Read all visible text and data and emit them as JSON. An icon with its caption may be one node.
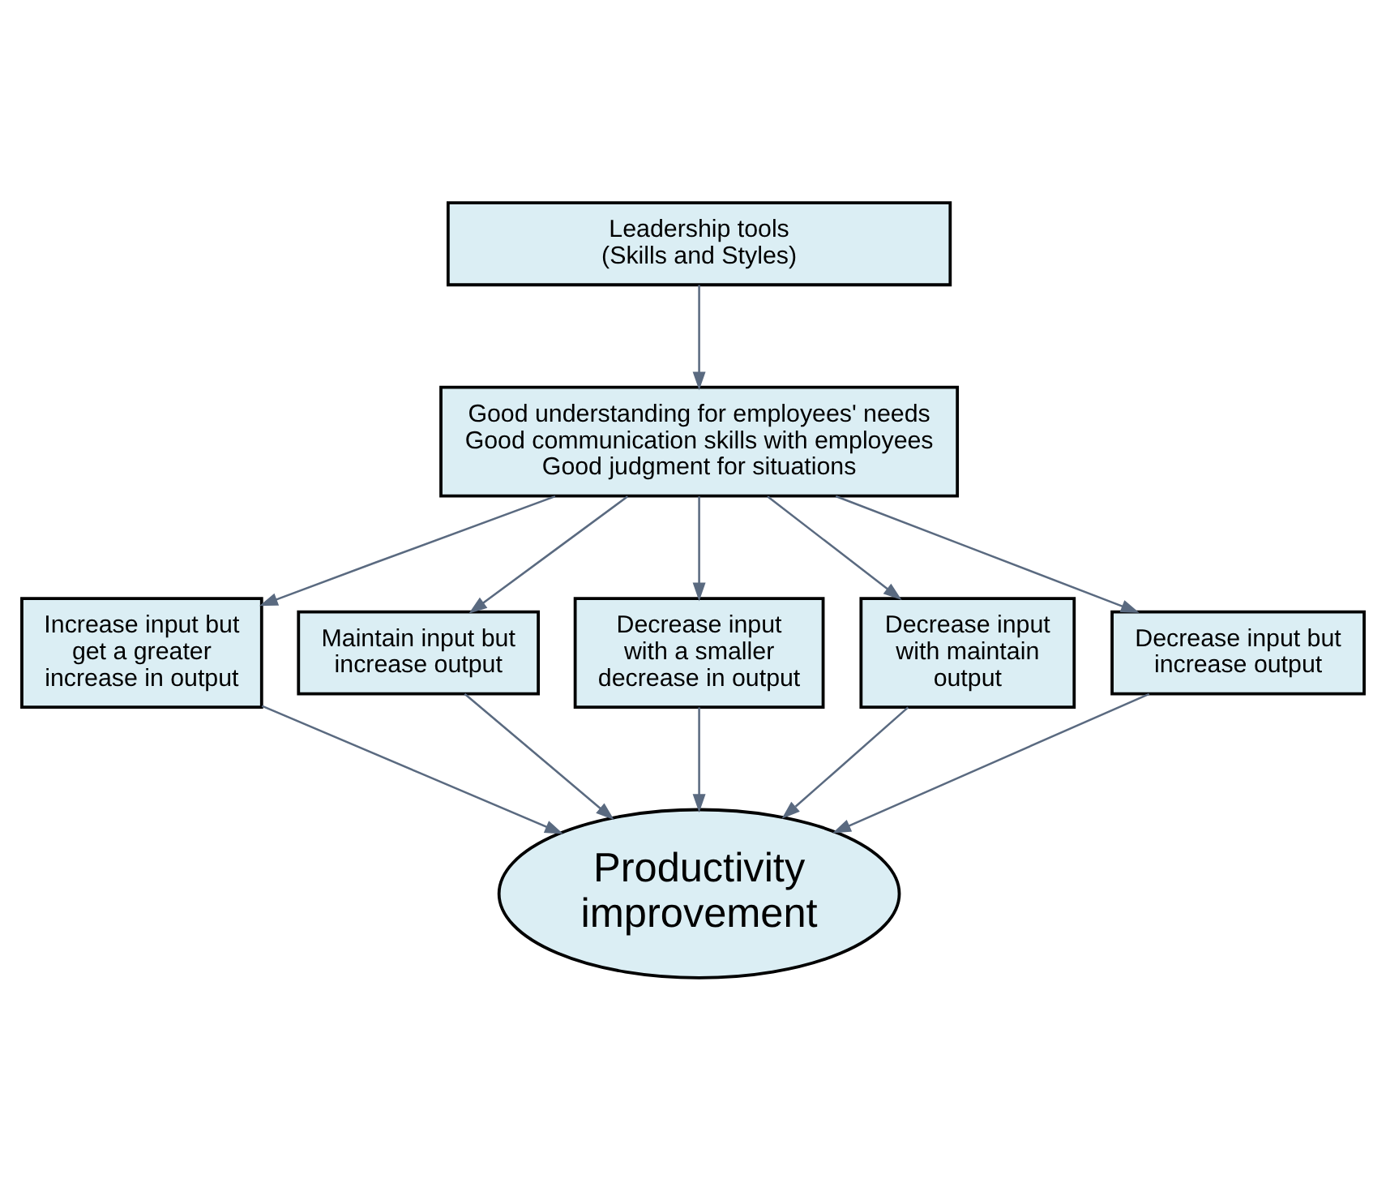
{
  "diagram": {
    "nodes": [
      {
        "text": [
          "Leadership tools",
          "(Skills and Styles)"
        ]
      },
      {
        "text": [
          "Good understanding for employees' needs",
          "Good communication skills with employees",
          "Good judgment for situations"
        ]
      },
      {
        "text": [
          "Increase input but get a greater increase in output"
        ]
      },
      {
        "text": [
          "Maintain input but increase output"
        ]
      },
      {
        "text": [
          "Decrease input with a smaller decrease in output"
        ]
      },
      {
        "text": [
          "Decrease input with maintain output"
        ]
      },
      {
        "text": [
          "Decrease input but increase output"
        ]
      },
      {
        "text": [
          "Productivity improvement"
        ]
      }
    ],
    "edges": [
      {
        "from": 0,
        "to": 1,
        "arrow": "to"
      },
      {
        "from": 1,
        "to": 2,
        "arrow": "to"
      },
      {
        "from": 1,
        "to": 3,
        "arrow": "to"
      },
      {
        "from": 1,
        "to": 4,
        "arrow": "to"
      },
      {
        "from": 1,
        "to": 5,
        "arrow": "to"
      },
      {
        "from": 1,
        "to": 6,
        "arrow": "to"
      },
      {
        "from": 2,
        "to": 7,
        "arrow": "to"
      },
      {
        "from": 3,
        "to": 7,
        "arrow": "to"
      },
      {
        "from": 4,
        "to": 7,
        "arrow": "to"
      },
      {
        "from": 5,
        "to": 7,
        "arrow": "to"
      },
      {
        "from": 6,
        "to": 7,
        "arrow": "to"
      }
    ]
  }
}
